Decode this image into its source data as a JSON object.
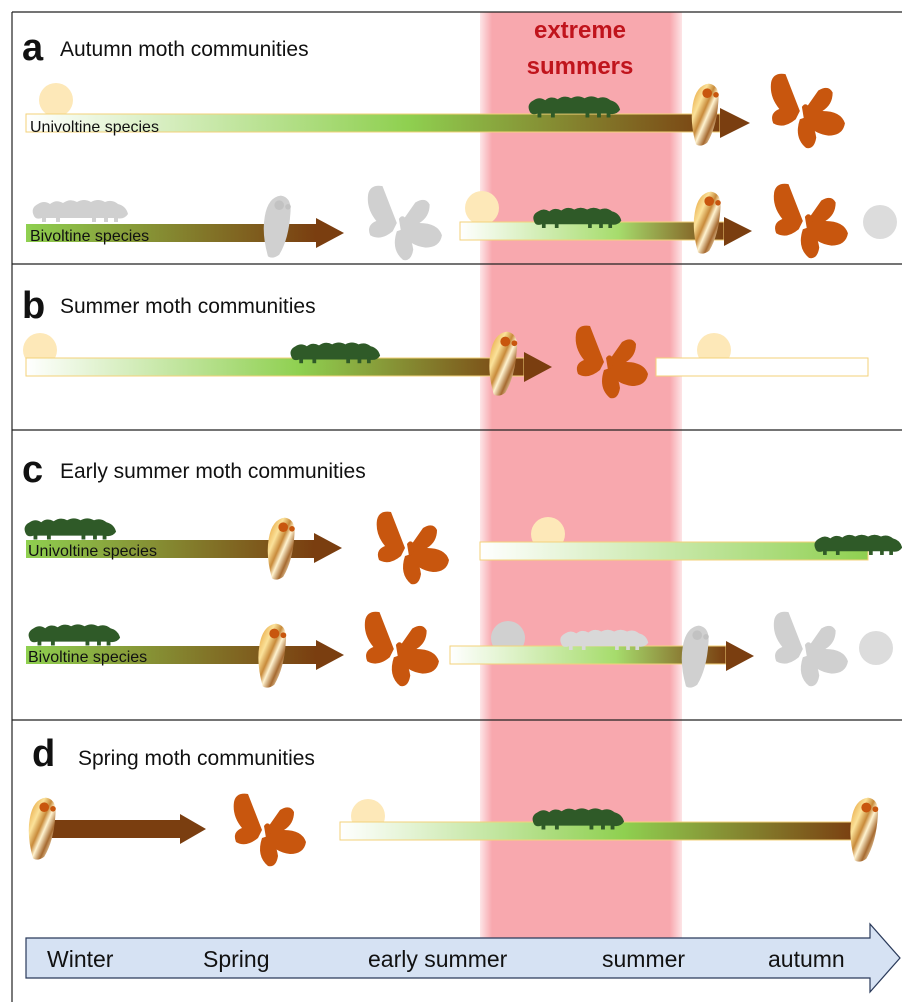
{
  "highlight": {
    "label_line1": "extreme",
    "label_line2": "summers",
    "color": "#f8a8ae",
    "text_color": "#c0141c"
  },
  "panels": [
    {
      "letter": "a",
      "title": "Autumn moth communities",
      "rows": [
        "Univoltine species",
        "Bivoltine species"
      ]
    },
    {
      "letter": "b",
      "title": "Summer moth communities",
      "rows": []
    },
    {
      "letter": "c",
      "title": "Early summer moth communities",
      "rows": [
        "Univoltine species",
        "Bivoltine species"
      ]
    },
    {
      "letter": "d",
      "title": "Spring moth communities",
      "rows": []
    }
  ],
  "timeline": {
    "seasons": [
      "Winter",
      "Spring",
      "early summer",
      "summer",
      "autumn"
    ]
  },
  "colors": {
    "larva": "#2f5a28",
    "adult": "#c8560e",
    "egg": "#fde8b8",
    "ghost": "#d0d0d0",
    "bar_green": "#8fd050",
    "bar_brown": "#7a3e10",
    "timeline_fill": "#d6e2f3"
  },
  "icons": [
    "egg-icon",
    "caterpillar-icon",
    "pupa-icon",
    "moth-icon"
  ]
}
